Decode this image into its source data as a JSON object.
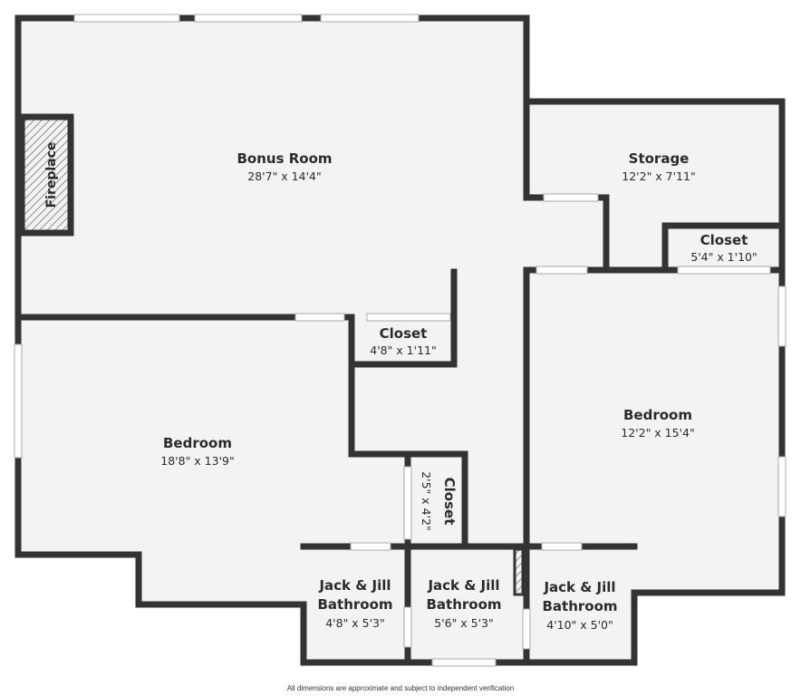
{
  "colors": {
    "wall": "#333333",
    "floor": "#f3f3f3",
    "opening": "#ffffff",
    "hatch": "#666666"
  },
  "rooms": {
    "bonus_room": {
      "name": "Bonus Room",
      "dims": "28'7\" x 14'4\""
    },
    "storage": {
      "name": "Storage",
      "dims": "12'2\" x 7'11\""
    },
    "closet_storage": {
      "name": "Closet",
      "dims": "5'4\" x 1'10\""
    },
    "closet_center": {
      "name": "Closet",
      "dims": "4'8\" x 1'11\""
    },
    "bedroom_left": {
      "name": "Bedroom",
      "dims": "18'8\" x 13'9\""
    },
    "bedroom_right": {
      "name": "Bedroom",
      "dims": "12'2\" x 15'4\""
    },
    "closet_vertical": {
      "name": "Closet",
      "dims": "2'5\" x 4'2\""
    },
    "bath_left": {
      "name_line1": "Jack & Jill",
      "name_line2": "Bathroom",
      "dims": "4'8\" x 5'3\""
    },
    "bath_center": {
      "name_line1": "Jack & Jill",
      "name_line2": "Bathroom",
      "dims": "5'6\" x 5'3\""
    },
    "bath_right": {
      "name_line1": "Jack & Jill",
      "name_line2": "Bathroom",
      "dims": "4'10\" x 5'0\""
    }
  },
  "fireplace": {
    "label": "Fireplace"
  },
  "footer": {
    "disclaimer": "All dimensions are approximate and subject to independent verification"
  }
}
